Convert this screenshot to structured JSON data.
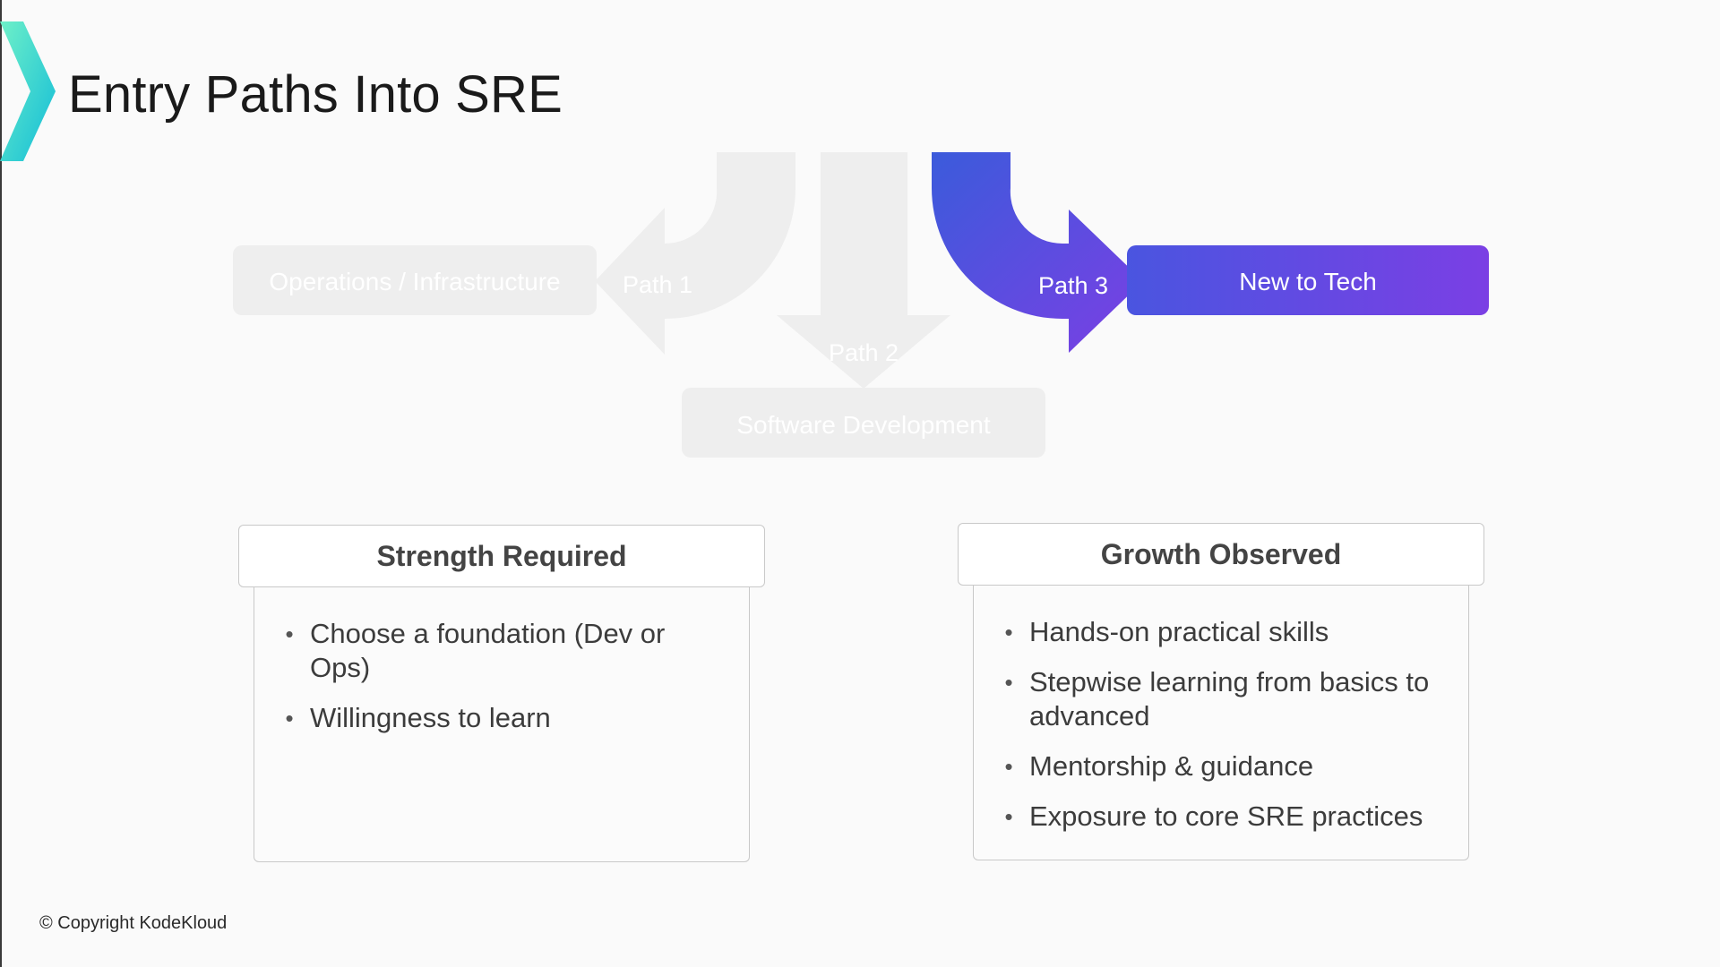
{
  "slide": {
    "title": "Entry Paths Into SRE",
    "copyright": "© Copyright KodeKloud"
  },
  "colors": {
    "background": "#fafafa",
    "faded": "#eeeeee",
    "faded_text": "#ffffff",
    "active_gradient_start": "#3b5bdb",
    "active_gradient_end": "#7b3fe4",
    "brand_teal_light": "#57e6d0",
    "brand_teal_dark": "#1cc7d6"
  },
  "icons": {
    "brand": "chevron-logo-icon"
  },
  "diagram": {
    "paths": [
      {
        "label": "Path 1",
        "destination": "Operations / Infrastructure",
        "state": "faded"
      },
      {
        "label": "Path 2",
        "destination": "Software Development",
        "state": "faded"
      },
      {
        "label": "Path 3",
        "destination": "New to Tech",
        "state": "active"
      }
    ]
  },
  "cards": {
    "strength": {
      "title": "Strength Required",
      "items": [
        "Choose a foundation (Dev or Ops)",
        "Willingness to learn"
      ]
    },
    "growth": {
      "title": "Growth Observed",
      "items": [
        "Hands-on practical skills",
        "Stepwise learning from basics to advanced",
        "Mentorship & guidance",
        "Exposure to core SRE practices"
      ]
    }
  }
}
